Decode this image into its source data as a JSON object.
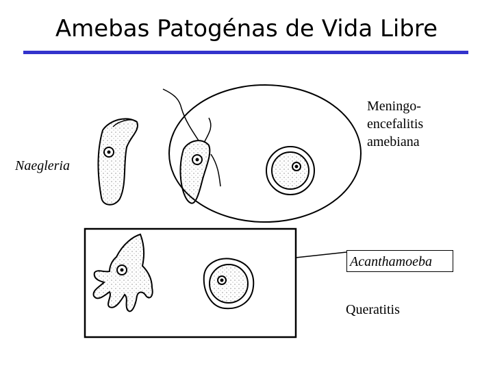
{
  "title": "Amebas Patogénas de Vida Libre",
  "labels": {
    "meningo_line1": "Meningo-",
    "meningo_line2": "encefalitis",
    "meningo_line3": "amebiana",
    "naegleria": "Naegleria",
    "acanthamoeba": "Acanthamoeba",
    "queratitis": "Queratitis"
  },
  "colors": {
    "title_rule": "#3333cc",
    "ink": "#000000"
  }
}
